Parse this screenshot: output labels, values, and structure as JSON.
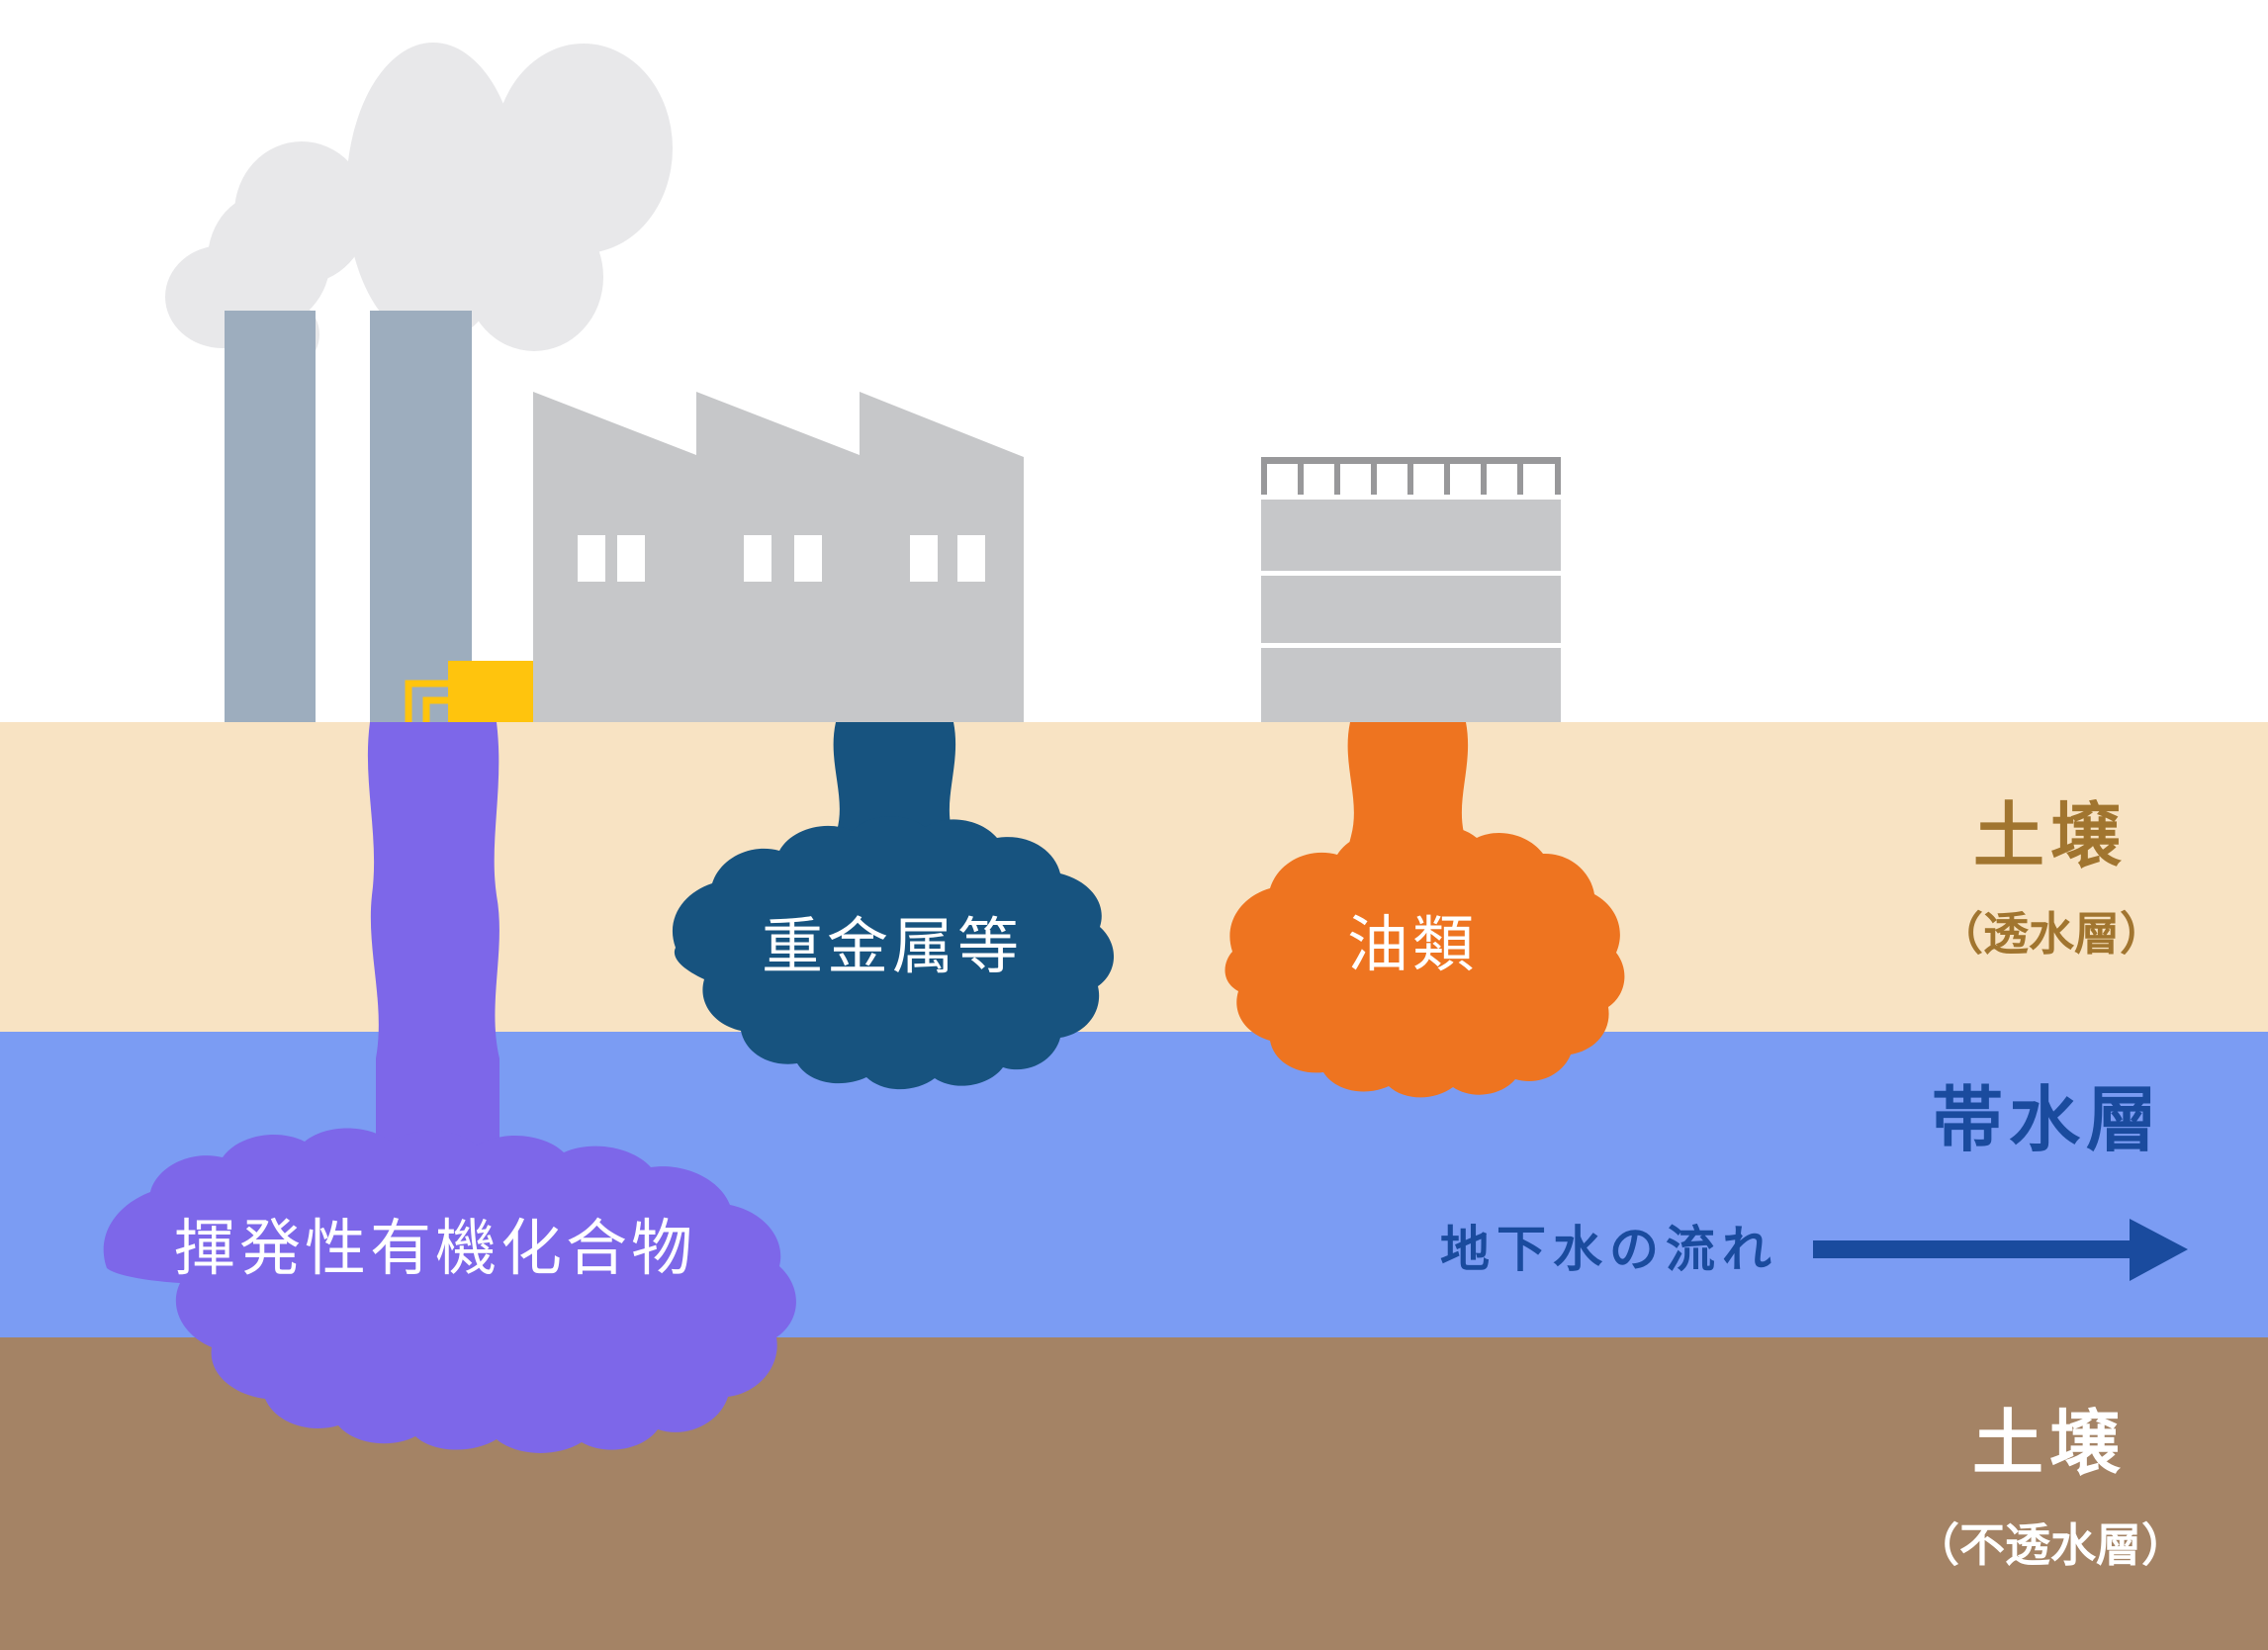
{
  "layers": {
    "soil_top": {
      "label": "土壌",
      "sublabel": "（透水層）"
    },
    "aquifer": {
      "label": "帯水層"
    },
    "soil_bottom": {
      "label": "土壌",
      "sublabel": "（不透水層）"
    }
  },
  "contaminants": {
    "voc": {
      "label": "揮発性有機化合物"
    },
    "heavy_metals": {
      "label": "重金属等"
    },
    "oils": {
      "label": "油類"
    }
  },
  "flow": {
    "label": "地下水の流れ"
  },
  "icons": {
    "factory": "factory-building-icon",
    "chimneys": "chimney-icon",
    "smoke": "smoke-cloud-icon",
    "tank": "storage-tank-icon",
    "drum": "waste-drum-icon",
    "pipes": "drain-pipe-icon",
    "arrow": "flow-arrow-icon"
  },
  "colors": {
    "sky": "#FFFFFF",
    "soil_permeable": "#F8E3C3",
    "aquifer": "#7B9CF3",
    "soil_impermeable": "#A48365",
    "soil_label_text": "#A1752F",
    "aquifer_label_text": "#1A4B9E",
    "flow_arrow": "#1A4B9E",
    "smoke": "#E8E8EA",
    "chimney": "#9DADBE",
    "building": "#C6C7C9",
    "tank_rail": "#98989A",
    "drum_yellow": "#FFC40D",
    "voc_purple": "#7D67E9",
    "heavy_metal_blue": "#17537F",
    "oil_orange": "#EE7420",
    "label_on_dark": "#FFFFFF"
  }
}
